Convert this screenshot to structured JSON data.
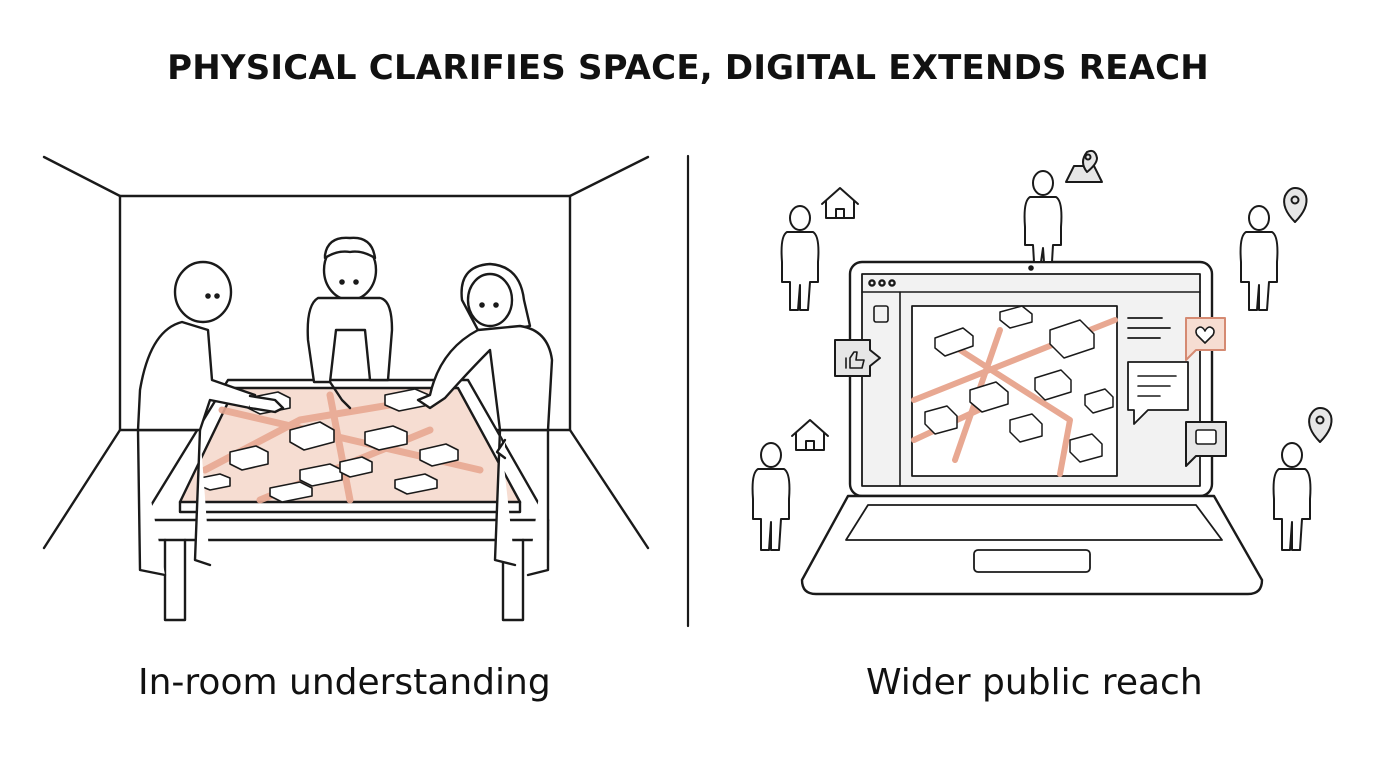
{
  "title": "PHYSICAL CLARIFIES SPACE, DIGITAL EXTENDS REACH",
  "panels": {
    "left": {
      "caption": "In-room understanding"
    },
    "right": {
      "caption": "Wider public reach"
    }
  },
  "colors": {
    "ink": "#1a1a1a",
    "accent": "#e8a892",
    "accent_light": "#f6ddd2",
    "screen_bg": "#efefef",
    "icon_fill": "#e6e6e6"
  },
  "icons": [
    "house-icon",
    "map-pin-icon",
    "map-icon",
    "thumbs-up-icon",
    "heart-icon",
    "chat-icon"
  ]
}
